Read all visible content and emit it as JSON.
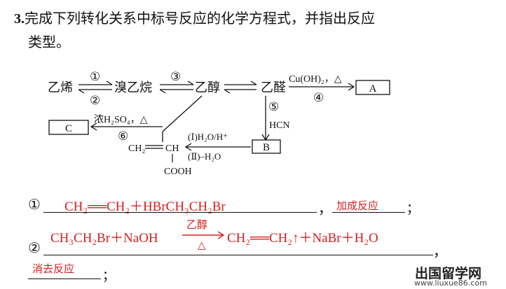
{
  "question": {
    "number": "3.",
    "text_line1": "完成下列转化关系中标号反应的化学方程式，并指出反应",
    "text_line2": "类型。"
  },
  "diagram": {
    "ethylene": "乙烯",
    "bromoethane": "溴乙烷",
    "ethanol": "乙醇",
    "ethanal": "乙醛",
    "box_a": "A",
    "box_b": "B",
    "box_c": "C",
    "label_1": "①",
    "label_2": "②",
    "label_3": "③",
    "label_4": "④",
    "label_5": "⑤",
    "label_6": "⑥",
    "cuoh2_condition": "Cu(OH)₂，△",
    "hcn": "HCN",
    "h2so4_condition": "浓H₂SO₄，△",
    "step_i": "(Ⅰ)H₂O/H⁺",
    "step_ii": "(Ⅱ)–H₂O",
    "acrylic_ch2": "CH₂",
    "acrylic_ch": "CH",
    "acrylic_cooh": "COOH"
  },
  "answers": {
    "a1": {
      "num": "①",
      "equation": "CH₂══CH₂＋HBrCH₃CH₂Br",
      "sep": "，",
      "type": "加成反应",
      "end": "；"
    },
    "a2": {
      "num": "②",
      "lhs": "CH₃CH₂Br＋NaOH",
      "cond_top": "乙醇",
      "cond_bottom": "△",
      "rhs": "CH₂══CH₂↑＋NaBr＋H₂O",
      "sep": "，",
      "type": "消去反应",
      "end": "；"
    }
  },
  "watermark": {
    "site_name": "出国留学网",
    "site_url": "www.liuxue86.com"
  },
  "colors": {
    "answer_red": "#d42020",
    "text": "#111111"
  }
}
